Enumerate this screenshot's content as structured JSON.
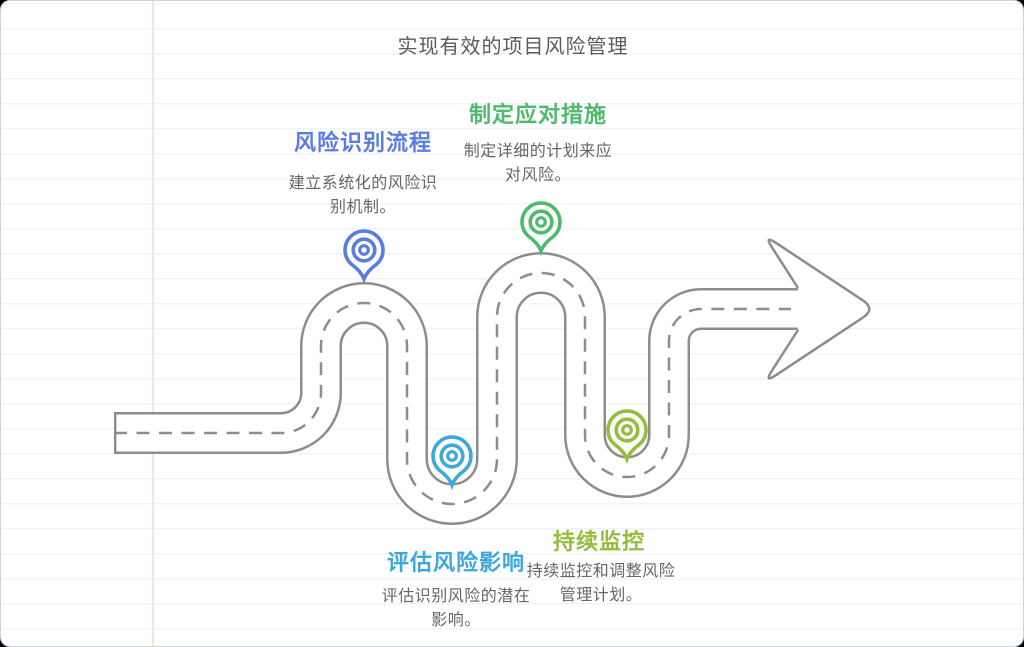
{
  "title": "实现有效的项目风险管理",
  "road": {
    "color": "#8d8d8d"
  },
  "steps": [
    {
      "label": "风险识别流程",
      "description": "建立系统化的风险识别机制。",
      "color": "#5b7de2",
      "pin": "blue-location-pin"
    },
    {
      "label": "制定应对措施",
      "description": "制定详细的计划来应对风险。",
      "color": "#50b96c",
      "pin": "green-location-pin"
    },
    {
      "label": "评估风险影响",
      "description": "评估识别风险的潜在影响。",
      "color": "#3ea8dc",
      "pin": "cyan-location-pin"
    },
    {
      "label": "持续监控",
      "description": "持续监控和调整风险管理计划。",
      "color": "#95bd3d",
      "pin": "lime-location-pin"
    }
  ]
}
